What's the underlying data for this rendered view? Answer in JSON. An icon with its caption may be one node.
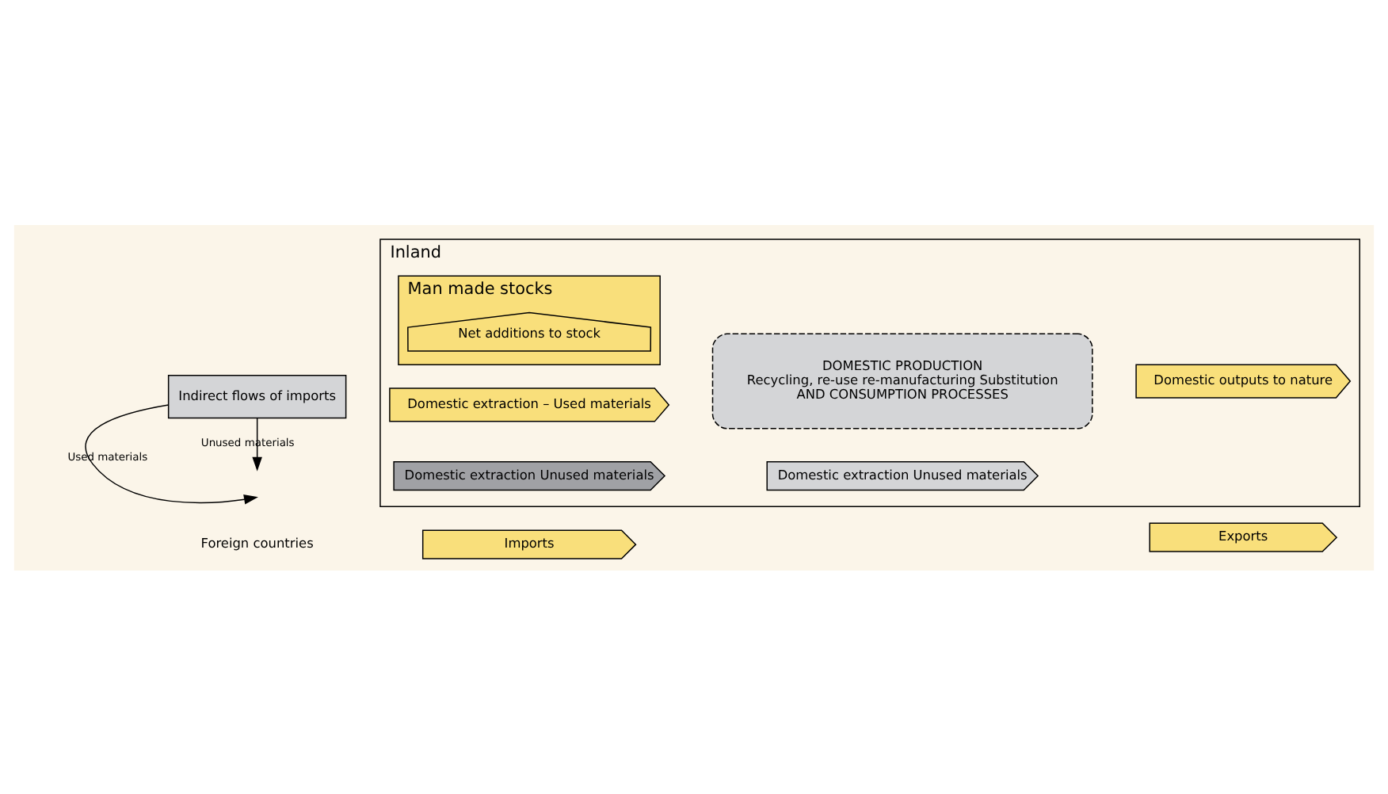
{
  "diagram": {
    "nodes": [
      {
        "text": [
          "Inland"
        ]
      },
      {
        "text": [
          "DOMESTIC PRODUCTION",
          "Recycling, re-use re-manufacturing Substitution",
          "AND CONSUMPTION PROCESSES"
        ],
        "in": 0
      },
      {
        "text": [
          "Man made stocks"
        ],
        "in": 0
      },
      {
        "text": [
          "Net additions to stock"
        ],
        "in": 2
      },
      {
        "text": [
          "Imports"
        ]
      },
      {
        "text": [
          "Exports"
        ]
      },
      {
        "text": [
          "Domestic extraction – Used materials"
        ],
        "in": 0
      },
      {
        "text": [
          "Domestic outputs to nature"
        ],
        "in": 0
      },
      {
        "text": [
          "Indirect flows of imports"
        ]
      },
      {
        "text": [
          "Domestic extraction Unused materials"
        ],
        "in": 0
      },
      {
        "text": [
          "Domestic extraction Unused materials"
        ],
        "in": 0
      }
    ],
    "edges": [
      {
        "from": 8,
        "to": null,
        "arrow": "to",
        "label": "Used materials"
      },
      {
        "from": 8,
        "to": null,
        "arrow": "to",
        "label": "Unused materials"
      }
    ],
    "labels": [
      "Foreign countries"
    ]
  }
}
